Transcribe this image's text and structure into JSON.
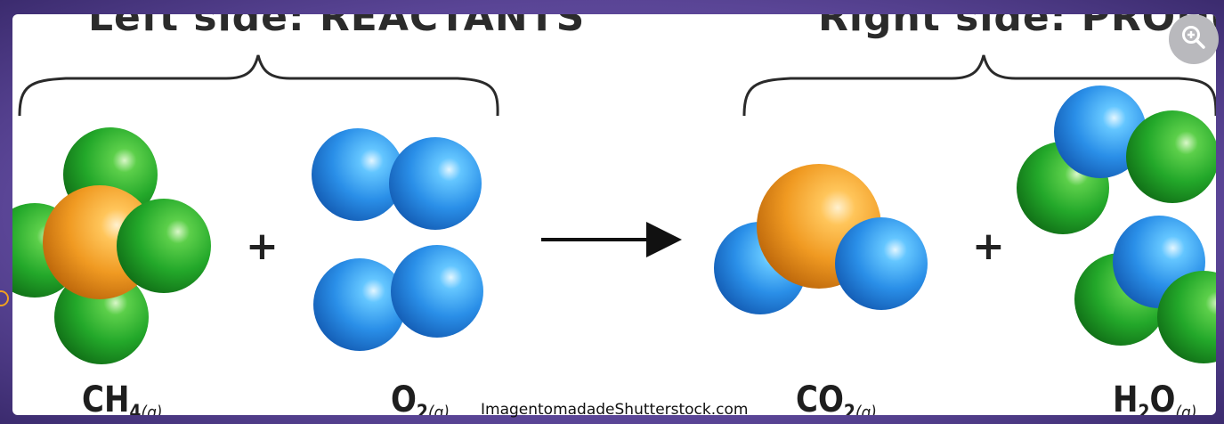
{
  "headings": {
    "left": "Left side: REACTANTS",
    "right": "Right side: PRODUCTS"
  },
  "formulas": {
    "ch4": {
      "main": "CH",
      "sub": "4",
      "phase": "(g)"
    },
    "o2": {
      "main": "O",
      "sub": "2",
      "phase": "(g)"
    },
    "co2": {
      "main": "CO",
      "sub": "2",
      "phase": "(g)"
    },
    "h2o": {
      "main": "H",
      "sub": "2",
      "after": "O",
      "phase": "(g)"
    }
  },
  "operators": {
    "plus": "+"
  },
  "credit": "ImagentomadadeShutterstock.com",
  "icons": {
    "zoom": "zoom-in-icon"
  },
  "colors": {
    "carbon": "#f0a42a",
    "hydrogen": "#2aa32a",
    "oxygen": "#2f8fe6",
    "frame": "#6d5aa8"
  }
}
